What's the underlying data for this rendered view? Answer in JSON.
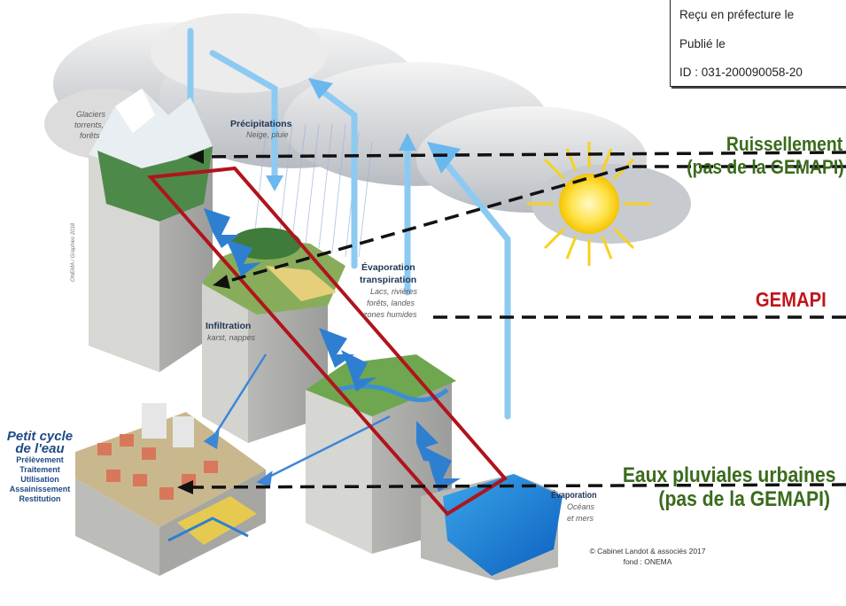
{
  "stamp": {
    "received": "Reçu en préfecture le",
    "published": "Publié le",
    "id": "ID : 031-200090058-20"
  },
  "annotations": {
    "ruissellement_line1": "Ruissellement",
    "ruissellement_line2": "(pas de la GEMAPI)",
    "gemapi": "GEMAPI",
    "eaux_line1": "Eaux pluviales urbaines",
    "eaux_line2": "(pas de la GEMAPI)"
  },
  "diagram_labels": {
    "glaciers": "Glaciers",
    "torrents": "torrents,",
    "forets": "forêts",
    "precipitations": "Précipitations",
    "neige_pluie": "Neige, pluie",
    "evaporation_transpiration_1": "Évaporation",
    "evaporation_transpiration_2": "transpiration",
    "lacs_1": "Lacs, rivières",
    "lacs_2": "forêts, landes",
    "lacs_3": "zones humides",
    "infiltration": "Infiltration",
    "karst": "karst, nappes",
    "evaporation_ocean": "Évaporation",
    "oceans": "Océans",
    "et_mers": "et mers",
    "onema_side": "ONEMA / Graphies 2018"
  },
  "petit_cycle": {
    "title_1": "Petit cycle",
    "title_2": "de l'eau",
    "items": [
      "Prélèvement",
      "Traitement",
      "Utilisation",
      "Assainissement",
      "Restitution"
    ]
  },
  "credit": {
    "line1": "© Cabinet Landot & associés 2017",
    "line2": "fond : ONEMA"
  },
  "colors": {
    "annotation_green": "#3a6b1c",
    "annotation_red": "#c0151b",
    "gemapi_outline": "#b0141c",
    "arrow_blue": "#2f7fd1",
    "dashed_line": "#111111"
  }
}
